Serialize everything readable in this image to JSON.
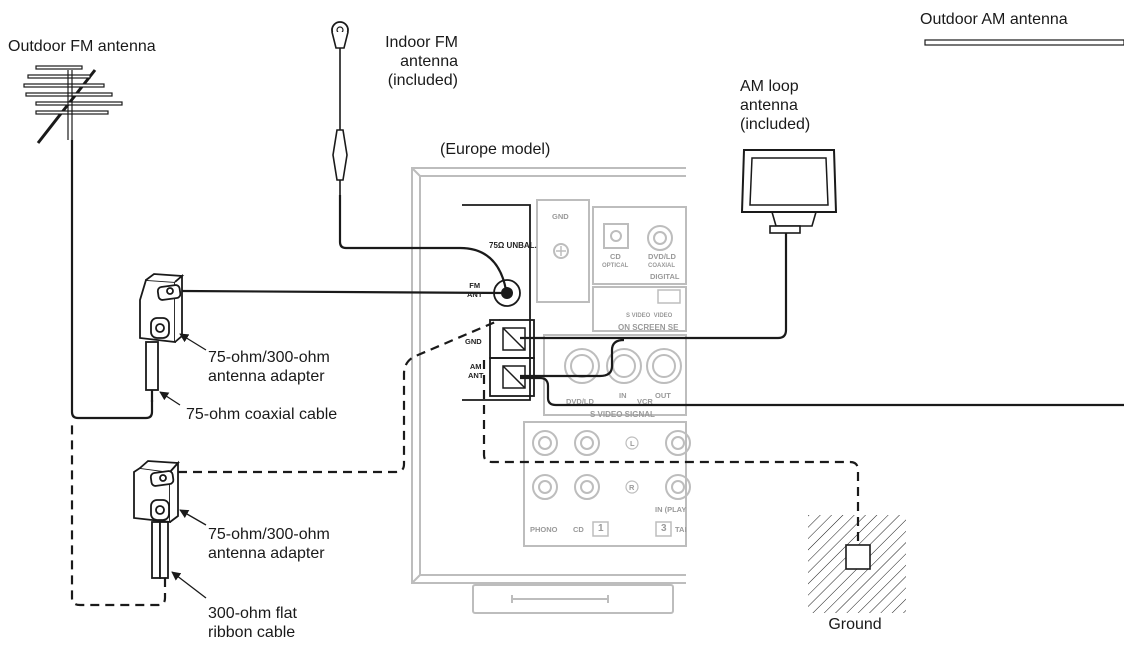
{
  "labels": {
    "outdoor_fm": "Outdoor FM antenna",
    "indoor_fm": "Indoor FM\nantenna\n(included)",
    "outdoor_am": "Outdoor AM antenna",
    "am_loop": "AM loop\nantenna\n(included)",
    "europe_model": "(Europe model)",
    "adapter_1": "75-ohm/300-ohm\nantenna adapter",
    "coax_cable": "75-ohm coaxial cable",
    "adapter_2": "75-ohm/300-ohm\nantenna adapter",
    "ribbon_cable": "300-ohm flat\nribbon cable",
    "ground": "Ground"
  },
  "panel": {
    "unbal": "75Ω UNBAL.",
    "fm_ant": "FM\nANT",
    "gnd_term": "GND",
    "am_ant": "AM\nANT",
    "gnd_top": "GND",
    "cd": "CD",
    "optical": "OPTICAL",
    "dvd_ld_coax": "DVD/LD",
    "coaxial": "COAXIAL",
    "digital": "DIGITAL",
    "svideo_video": "S VIDEO  VIDEO",
    "on_screen": "ON SCREEN SE",
    "dvd_ld": "DVD/LD",
    "in": "IN",
    "vcr": "VCR",
    "out": "OUT",
    "s_video_signal": "S VIDEO SIGNAL",
    "l": "L",
    "r": "R",
    "in_play": "IN (PLAY",
    "phono": "PHONO",
    "cd_bottom": "CD",
    "one": "1",
    "three": "3",
    "tape": "TAI"
  }
}
